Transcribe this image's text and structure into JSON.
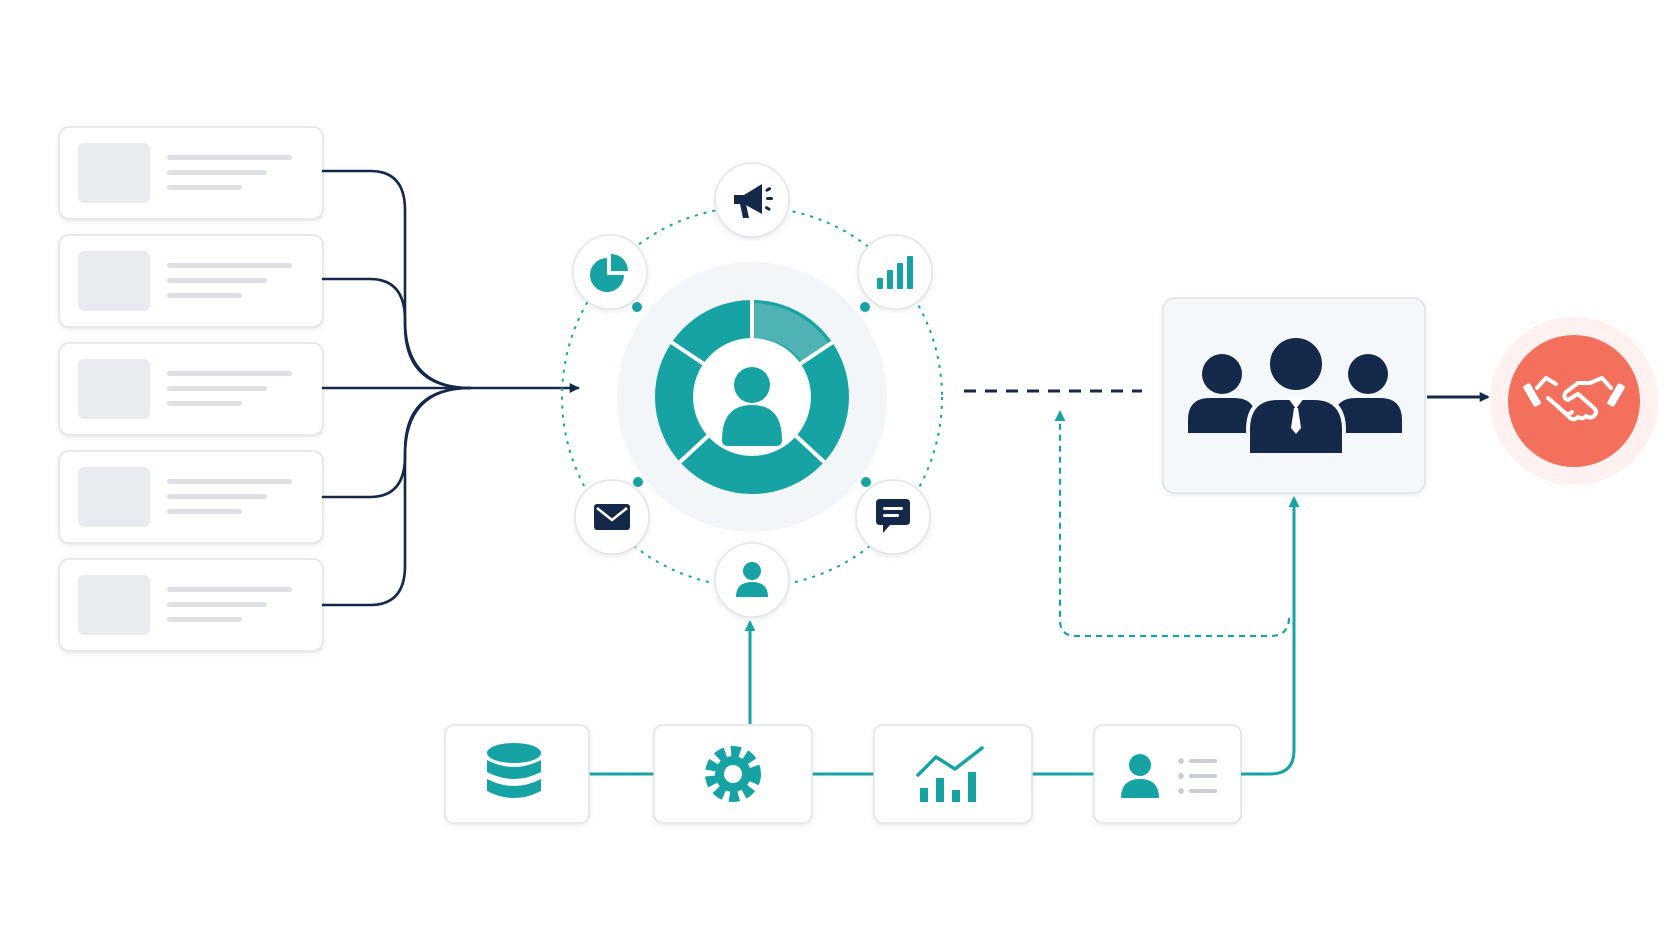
{
  "colors": {
    "background": "#ffffff",
    "navy": "#14294a",
    "teal": "#17a2a4",
    "teal_light": "#5cbcbe",
    "card_border": "#dfe3e8",
    "card_fill": "#ffffff",
    "placeholder": "#e8ebef",
    "placeholder_line": "#dde1e6",
    "hub_fill": "#f3f6f9",
    "team_fill": "#f5f8fb",
    "accent": "#f2705c",
    "accent_halo": "#fde6e1"
  },
  "source_cards": [
    {
      "id": "source-card-1"
    },
    {
      "id": "source-card-2"
    },
    {
      "id": "source-card-3"
    },
    {
      "id": "source-card-4"
    },
    {
      "id": "source-card-5"
    }
  ],
  "hub": {
    "center_icon": "user-icon",
    "ring_segments": 5,
    "orbit_icons": [
      "megaphone-icon",
      "bar-chart-icon",
      "chat-icon",
      "user-icon",
      "mail-icon",
      "pie-chart-icon"
    ]
  },
  "team_box": {
    "icon": "team-icon"
  },
  "outcome": {
    "icon": "handshake-icon"
  },
  "pipeline": [
    {
      "id": "database",
      "icon": "database-icon"
    },
    {
      "id": "settings",
      "icon": "gear-icon"
    },
    {
      "id": "analytics",
      "icon": "line-bar-chart-icon"
    },
    {
      "id": "profile",
      "icon": "user-list-icon"
    }
  ]
}
